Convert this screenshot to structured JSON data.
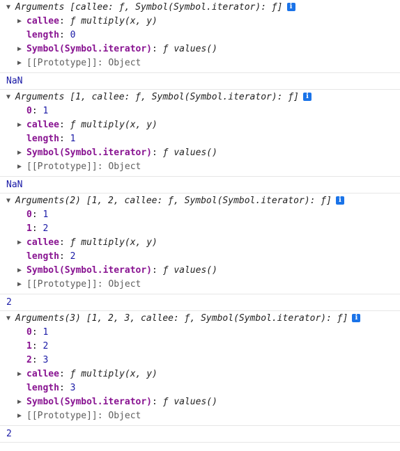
{
  "entries": [
    {
      "summary": "Arguments [callee: ƒ, Symbol(Symbol.iterator): ƒ]",
      "indexed": [],
      "callee_key": "callee",
      "callee_value": "ƒ multiply(x, y)",
      "length_key": "length",
      "length_value": "0",
      "iterator_key": "Symbol(Symbol.iterator)",
      "iterator_value": "ƒ values()",
      "prototype": "[[Prototype]]: Object",
      "result": "NaN"
    },
    {
      "summary": "Arguments [1, callee: ƒ, Symbol(Symbol.iterator): ƒ]",
      "indexed": [
        {
          "key": "0",
          "value": "1"
        }
      ],
      "callee_key": "callee",
      "callee_value": "ƒ multiply(x, y)",
      "length_key": "length",
      "length_value": "1",
      "iterator_key": "Symbol(Symbol.iterator)",
      "iterator_value": "ƒ values()",
      "prototype": "[[Prototype]]: Object",
      "result": "NaN"
    },
    {
      "summary": "Arguments(2) [1, 2, callee: ƒ, Symbol(Symbol.iterator): ƒ]",
      "indexed": [
        {
          "key": "0",
          "value": "1"
        },
        {
          "key": "1",
          "value": "2"
        }
      ],
      "callee_key": "callee",
      "callee_value": "ƒ multiply(x, y)",
      "length_key": "length",
      "length_value": "2",
      "iterator_key": "Symbol(Symbol.iterator)",
      "iterator_value": "ƒ values()",
      "prototype": "[[Prototype]]: Object",
      "result": "2"
    },
    {
      "summary": "Arguments(3) [1, 2, 3, callee: ƒ, Symbol(Symbol.iterator): ƒ]",
      "indexed": [
        {
          "key": "0",
          "value": "1"
        },
        {
          "key": "1",
          "value": "2"
        },
        {
          "key": "2",
          "value": "3"
        }
      ],
      "callee_key": "callee",
      "callee_value": "ƒ multiply(x, y)",
      "length_key": "length",
      "length_value": "3",
      "iterator_key": "Symbol(Symbol.iterator)",
      "iterator_value": "ƒ values()",
      "prototype": "[[Prototype]]: Object",
      "result": "2"
    }
  ],
  "icons": {
    "expanded": "triangle-down-icon",
    "collapsed": "triangle-right-icon",
    "info": "info-icon",
    "info_glyph": "i"
  },
  "colors": {
    "key": "#881391",
    "number": "#1a1aa6",
    "info": "#1a73e8"
  }
}
